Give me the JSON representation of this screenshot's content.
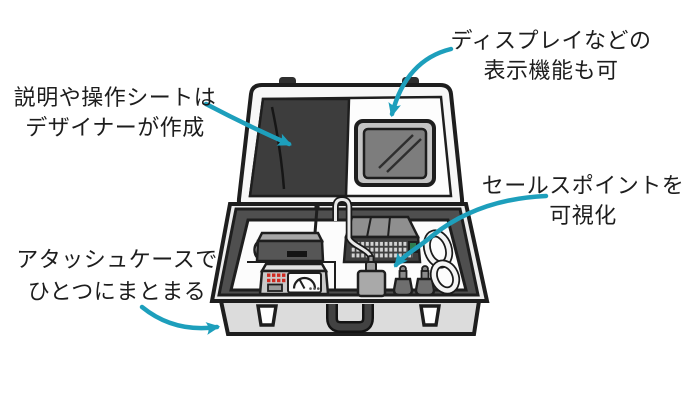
{
  "annotations": {
    "display": {
      "line1": "ディスプレイなどの",
      "line2": "表示機能も可"
    },
    "sheet": {
      "line1": "説明や操作シートは",
      "line2": "デザイナーが作成"
    },
    "sales": {
      "line1": "セールスポイントを",
      "line2": "可視化"
    },
    "case": {
      "line1": "アタッシュケースで",
      "line2": "ひとつにまとまる"
    }
  },
  "colors": {
    "arrow": "#1d9fbc",
    "text": "#1d1d1d",
    "outline": "#1e1e1e",
    "lid_panel": "#3d3d3d",
    "screen": "#7d7d7d",
    "case_shell": "#dcdcdc",
    "tray_rim": "#4f4f4f",
    "device_dark": "#3f3f3f",
    "gauge_red": "#cf2a21",
    "chip_green": "#2e7d4f"
  }
}
